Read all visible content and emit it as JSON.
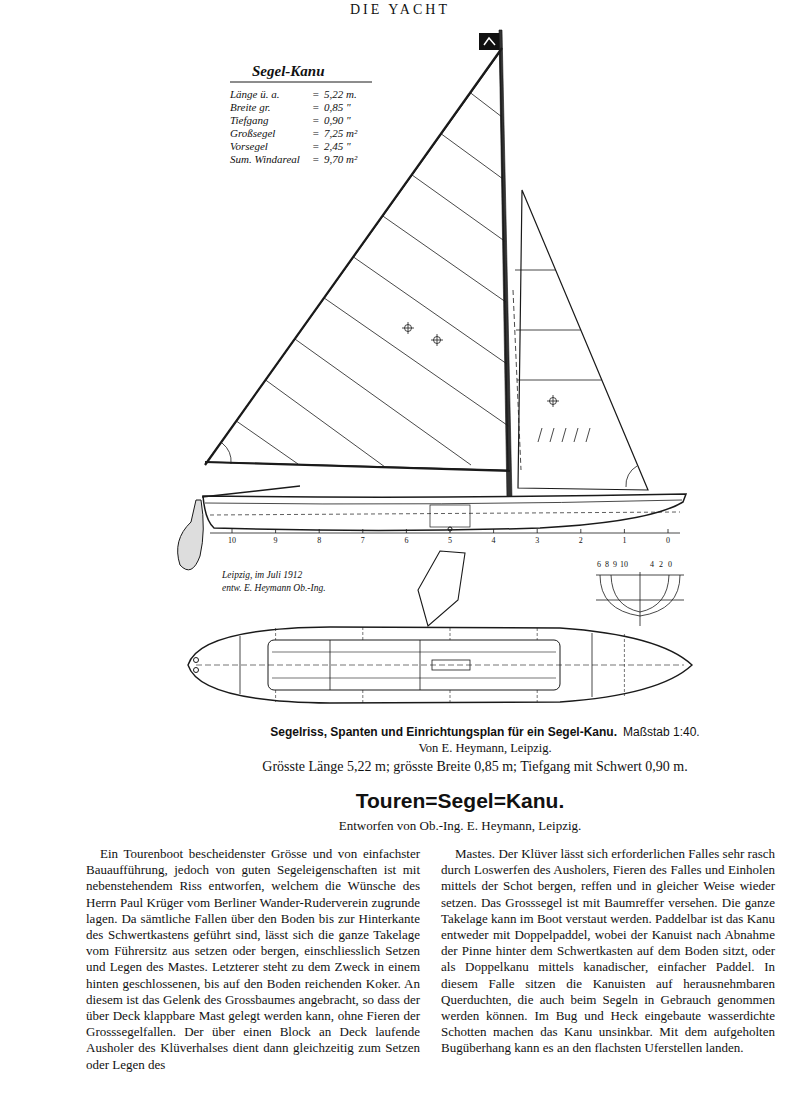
{
  "diagram": {
    "title": "Touren=Segel=Kanu.",
    "caption": "Segelriss, Spanten und Einrichtungsplan für ein Segel-Kanu.",
    "labels": [
      "DIE YACHT",
      "Segel-Kanu",
      "Länge ü. a.",
      "=",
      "5,22 m.",
      "Breite gr.",
      "=",
      "0,85 \"",
      "Tiefgang",
      "=",
      "0,90 \"",
      "Großsegel",
      "=",
      "7,25 m²",
      "Vorsegel",
      "=",
      "2,45 \"",
      "Sum. Windareal",
      "=",
      "9,70 m²",
      "Leipzig, im Juli 1912",
      "entw. E. Heymann Ob.-Ing.",
      "10",
      "9",
      "8",
      "7",
      "6",
      "5",
      "4",
      "3",
      "2",
      "1",
      "0",
      "6",
      "8",
      "9",
      "10",
      "4",
      "2",
      "0",
      "Maßstab 1:40.",
      "Von E. Heymann, Leipzig.",
      "Grösste Länge 5,22 m; grösste Breite 0,85 m; Tiefgang mit Schwert 0,90 m.",
      "Entworfen von Ob.-Ing. E. Heymann, Leipzig.",
      "Ein Tourenboot bescheidenster Grösse und von einfachster Bauaufführung, jedoch von guten Segeleigenschaften ist mit nebenstehendem Riss entworfen, welchem die Wünsche des Herrn Paul Krüger vom Berliner Wander-Ruderverein zugrunde lagen. Da sämtliche Fallen über den Boden bis zur Hinterkante des Schwertkastens geführt sind, lässt sich die ganze Takelage vom Führersitz aus setzen oder bergen, einschliesslich Setzen und Legen des Mastes. Letzterer steht zu dem Zweck in einem hinten geschlossenen, bis auf den Boden reichenden Koker. An diesem ist das Gelenk des Grossbaumes angebracht, so dass der über Deck klappbare Mast gelegt werden kann, ohne Fieren der Grosssegelfallen. Der über einen Block an Deck laufende Ausholer des Klüverhalses dient dann gleichzeitig zum Setzen oder Legen des",
      "Mastes. Der Klüver lässt sich erforderlichen Falles sehr rasch durch Loswerfen des Ausholers, Fieren des Falles und Einholen mittels der Schot bergen, reffen und in gleicher Weise wieder setzen. Das Grosssegel ist mit Baumreffer versehen. Die ganze Takelage kann im Boot verstaut werden. Paddelbar ist das Kanu entweder mit Doppelpaddel, wobei der Kanuist nach Abnahme der Pinne hinter dem Schwertkasten auf dem Boden sitzt, oder als Doppelkanu mittels kanadischer, einfacher Paddel. In diesem Falle sitzen die Kanuisten auf herausnehmbaren Querduchten, die auch beim Segeln in Gebrauch genommen werden können. Im Bug und Heck eingebaute wasserdichte Schotten machen das Kanu unsinkbar. Mit dem aufgeholten Bugüberhang kann es an den flachsten Uferstellen landen."
    ]
  }
}
